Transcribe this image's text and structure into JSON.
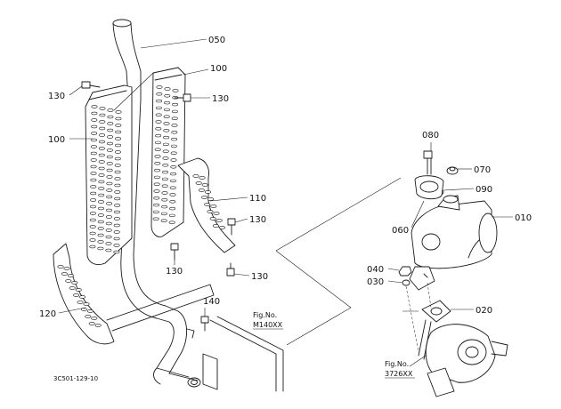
{
  "labels": {
    "l050": "050",
    "l100a": "100",
    "l130a": "130",
    "l130b": "130",
    "l100b": "100",
    "l110": "110",
    "l130c": "130",
    "l130d": "130",
    "l130e": "130",
    "l140": "140",
    "l120": "120",
    "l080": "080",
    "l070": "070",
    "l090": "090",
    "l010": "010",
    "l060": "060",
    "l040": "040",
    "l030": "030",
    "l020": "020"
  },
  "fig_refs": [
    {
      "title": "Fig.No.",
      "code": "M140XX"
    },
    {
      "title": "Fig.No.",
      "code": "3726XX"
    }
  ],
  "drawing_code": "3C501-129-10"
}
